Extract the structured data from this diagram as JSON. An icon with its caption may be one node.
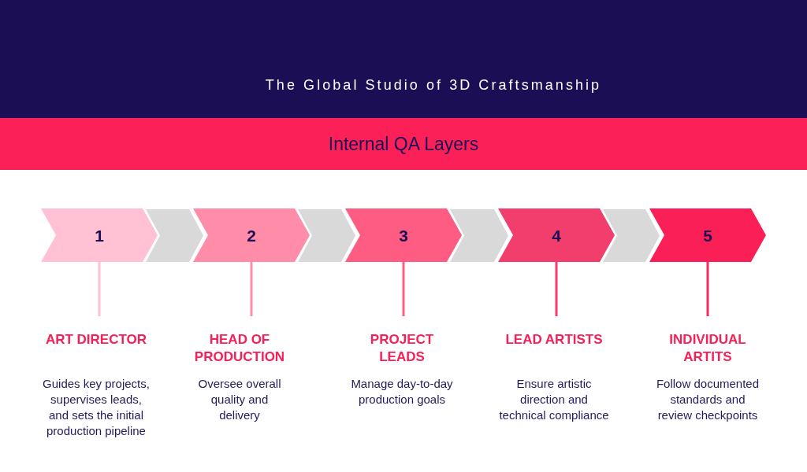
{
  "diagram": {
    "title": "Internal QA Layers",
    "nodes": [
      {
        "text": [
          "1"
        ]
      },
      {
        "text": [
          "2"
        ]
      },
      {
        "text": [
          "3"
        ]
      },
      {
        "text": [
          "4"
        ]
      },
      {
        "text": [
          "5"
        ]
      },
      {
        "text": [
          "ART DIRECTOR",
          "Guides key projects, supervises leads, and sets the initial production pipeline"
        ]
      },
      {
        "text": [
          "HEAD OF PRODUCTION",
          "Oversee overall quality and delivery"
        ]
      },
      {
        "text": [
          "PROJECT LEADS",
          "Manage day-to-day production goals"
        ]
      },
      {
        "text": [
          "LEAD ARTISTS",
          "Ensure artistic direction and technical compliance"
        ]
      },
      {
        "text": [
          "INDIVIDUAL ARTITS",
          "Follow documented standards and review checkpoints"
        ]
      }
    ],
    "edges": [
      {
        "from": 0,
        "to": 1,
        "arrow": "to",
        "style": "thick",
        "color": "#d9d9d9"
      },
      {
        "from": 1,
        "to": 2,
        "arrow": "to",
        "style": "thick",
        "color": "#d9d9d9"
      },
      {
        "from": 2,
        "to": 3,
        "arrow": "to",
        "style": "thick",
        "color": "#d9d9d9"
      },
      {
        "from": 3,
        "to": 4,
        "arrow": "to",
        "style": "thick",
        "color": "#d9d9d9"
      },
      {
        "from": 0,
        "to": 5,
        "arrow": "none",
        "color": "#ffc1d3"
      },
      {
        "from": 1,
        "to": 6,
        "arrow": "none",
        "color": "#ff8ca8"
      },
      {
        "from": 2,
        "to": 7,
        "arrow": "none",
        "color": "#ff6088"
      },
      {
        "from": 3,
        "to": 8,
        "arrow": "none",
        "color": "#f23e6c"
      },
      {
        "from": 4,
        "to": 9,
        "arrow": "none",
        "color": "#f52a60"
      }
    ],
    "labels": [
      "The Global Studio of 3D Craftsmanship"
    ]
  }
}
